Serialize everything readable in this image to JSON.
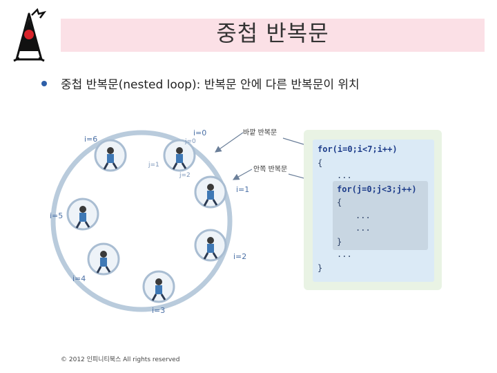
{
  "slide": {
    "title": "중첩 반복문",
    "bullet": "중첩 반복문(nested loop): 반복문 안에 다른 반복문이 위치",
    "footer": "© 2012 인피니티북스  All rights reserved"
  },
  "diagram": {
    "wheel_labels": {
      "i0": "i=0",
      "i1": "i=1",
      "i2": "i=2",
      "i3": "i=3",
      "i4": "i=4",
      "i5": "i=5",
      "i6": "i=6",
      "j0": "j=0",
      "j1": "j=1",
      "j2": "j=2"
    },
    "outer_loop_label": "바깥 반복문",
    "inner_loop_label": "안쪽 반복문",
    "code_lines": {
      "l1": "for(i=0;i<7;i++)",
      "l2": "{",
      "l3": "...",
      "l4": "for(j=0;j<3;j++)",
      "l5": "{",
      "l6": "...",
      "l7": "...",
      "l8": "}",
      "l9": "...",
      "l10": "}"
    },
    "colors": {
      "code_bg": "#dbeaf6",
      "inner_bg": "#c8d6e2",
      "frame": "#e9f3e4",
      "wheel": "#b9cbdc"
    }
  }
}
